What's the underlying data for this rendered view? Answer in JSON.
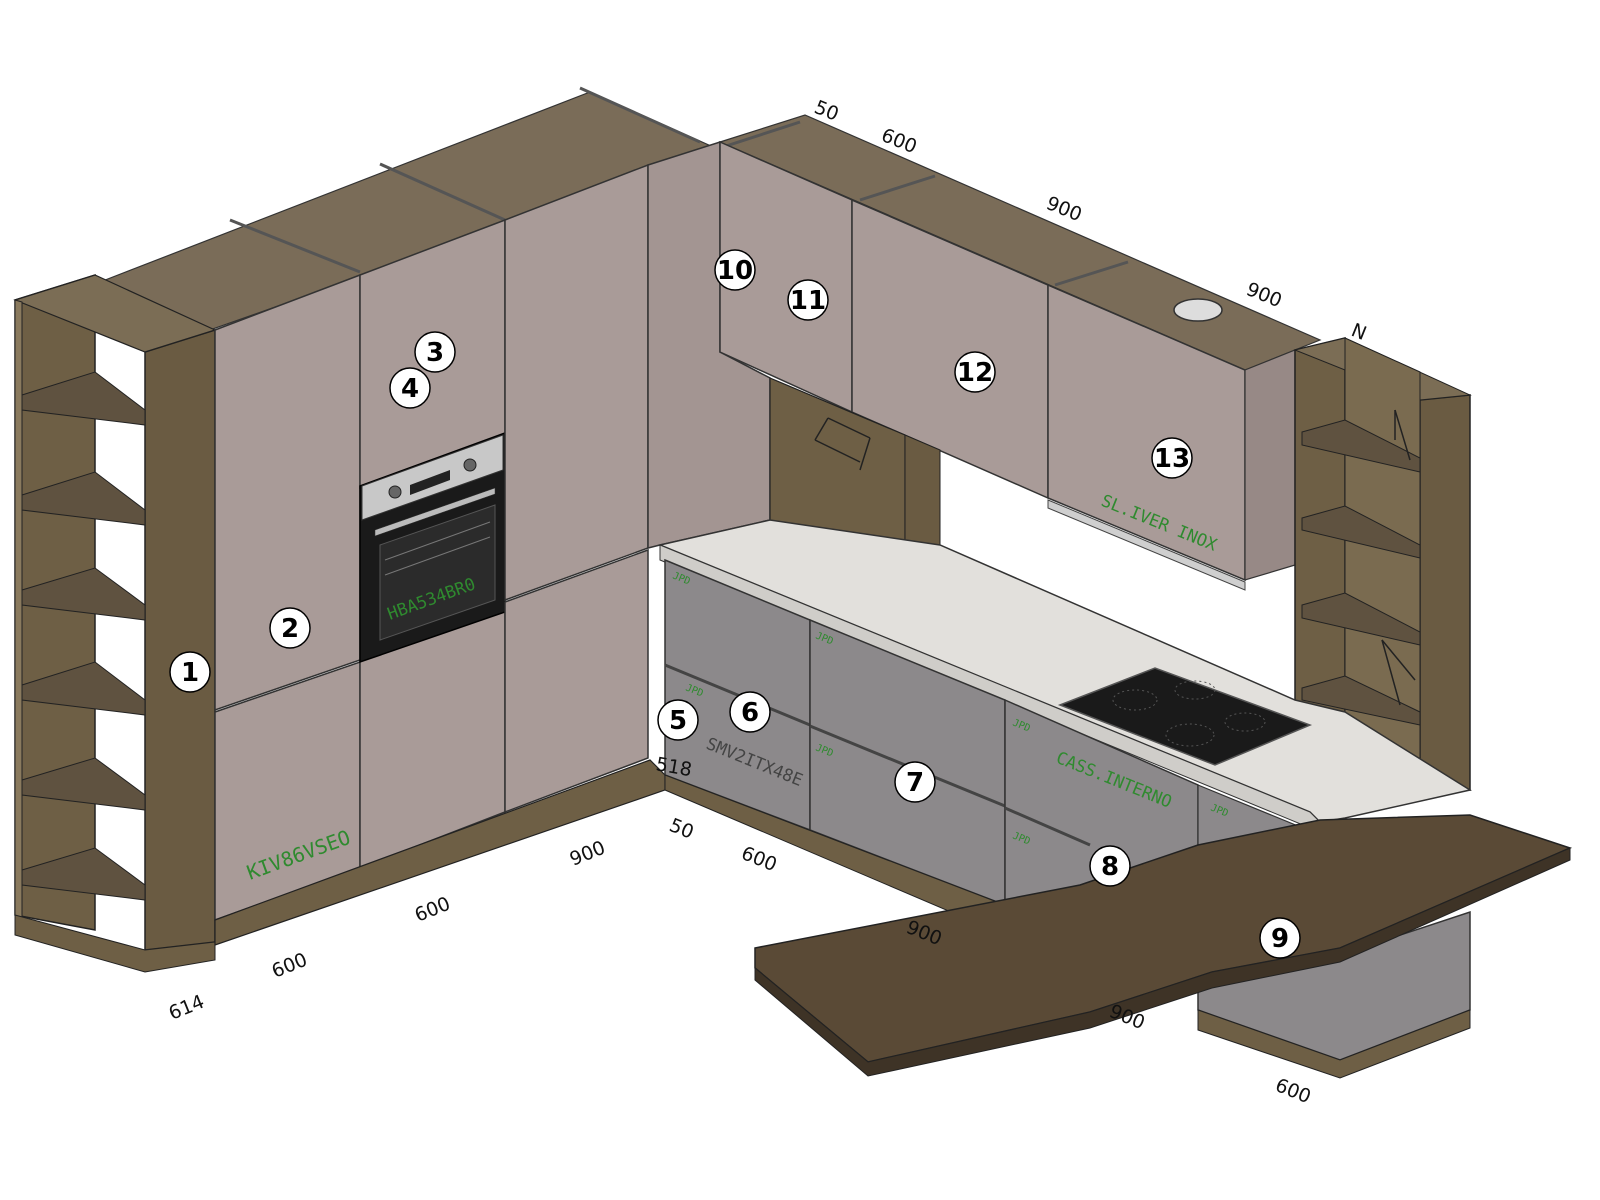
{
  "dimensions": {
    "d614": "614",
    "d600a": "600",
    "d600b": "600",
    "d900a": "900",
    "d50a": "50",
    "d600c": "600",
    "d900b": "900",
    "d900c": "900",
    "d600d": "600",
    "d518": "518",
    "top50": "50",
    "top600": "600",
    "top900a": "900",
    "top900b": "900",
    "topN": "N"
  },
  "codes": {
    "fridge": "KIV86VSEO",
    "oven": "HBA534BR0",
    "dishwasher": "SMV2ITX48E",
    "drawer": "CASS.INTERNO",
    "hood": "SL.IVER INOX",
    "jpd": "JPD"
  },
  "markers": [
    "1",
    "2",
    "3",
    "4",
    "5",
    "6",
    "7",
    "8",
    "9",
    "10",
    "11",
    "12",
    "13"
  ],
  "colors": {
    "panel": "#a99b98",
    "panel_dark": "#8f817e",
    "wood": "#6e5f45",
    "wood_dark": "#4d4331",
    "grey_unit": "#8c898b",
    "counter": "#e2e0dc",
    "bar_top": "#5a4a36"
  }
}
